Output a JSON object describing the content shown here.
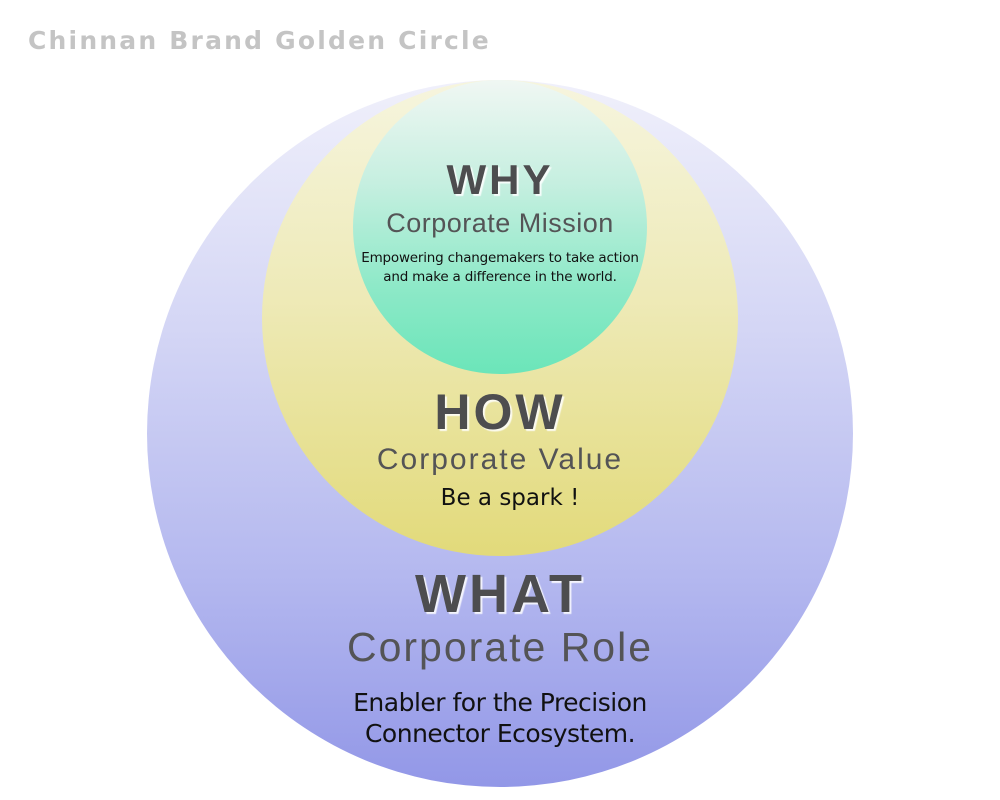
{
  "title": "Chinnan Brand Golden Circle",
  "colors": {
    "title": "#c4c4c4",
    "what_circle_top": "#f0f0fb",
    "what_circle_bottom": "#9297e7",
    "how_circle_top": "#f6f5de",
    "how_circle_bottom": "#e2da7a",
    "why_circle_top": "#f0f7f3",
    "why_circle_bottom": "#6be5b9",
    "heading_text": "#4d4d4f"
  },
  "circles": {
    "why": {
      "heading": "WHY",
      "subheading": "Corporate Mission",
      "body": "Empowering changemakers to take action and make a difference in the world."
    },
    "how": {
      "heading": "HOW",
      "subheading": "Corporate Value",
      "body": "Be a spark !"
    },
    "what": {
      "heading": "WHAT",
      "subheading": "Corporate Role",
      "body_lines": [
        "Enabler for the Precision",
        "Connector Ecosystem."
      ]
    }
  }
}
